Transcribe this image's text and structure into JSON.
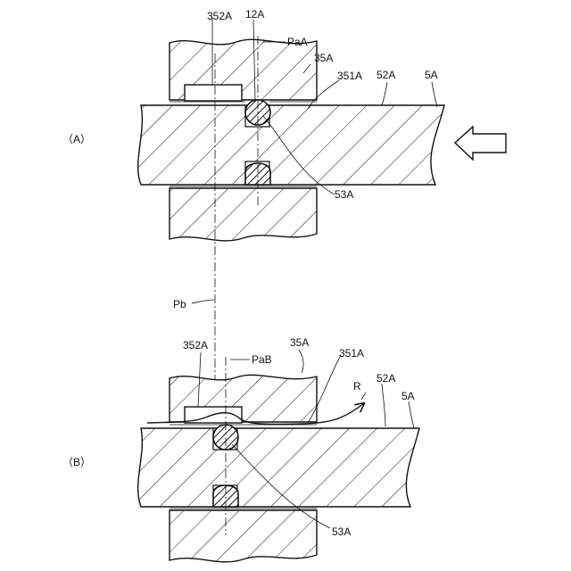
{
  "figure": {
    "panel_a": {
      "label": "（A）",
      "callouts": {
        "groove": "352A",
        "seal": "12A",
        "seal_axis": "PaA",
        "housing": "35A",
        "bore": "351A",
        "shaft_surface": "52A",
        "shaft": "5A",
        "lower_groove": "53A"
      }
    },
    "panel_b": {
      "label": "（B）",
      "callouts": {
        "groove": "352A",
        "seal_axis": "PaB",
        "housing": "35A",
        "bore": "351A",
        "flow": "R",
        "shaft_surface": "52A",
        "shaft": "5A",
        "lower_groove": "53A"
      }
    },
    "reference_axis": "Pb"
  }
}
